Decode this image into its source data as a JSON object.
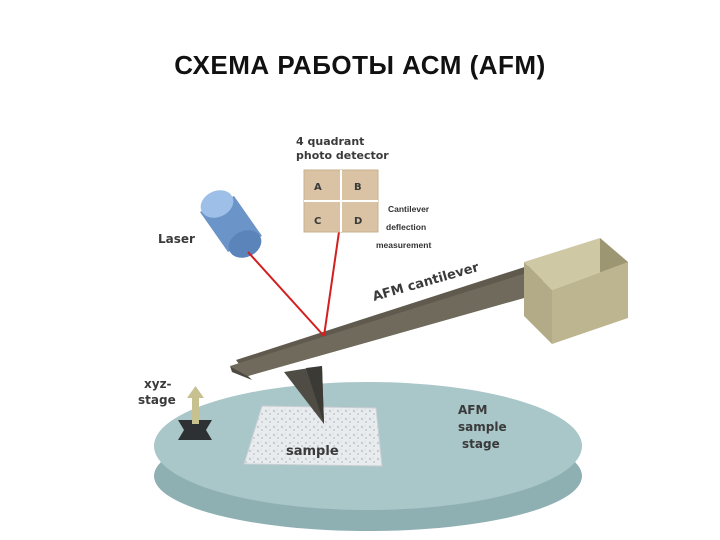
{
  "title": "СХЕМА РАБОТЫ АСМ (AFM)",
  "labels": {
    "detector_line1": "4 quadrant",
    "detector_line2": "photo detector",
    "laser": "Laser",
    "deflection_line1": "Cantilever",
    "deflection_line2": "deflection",
    "deflection_line3": "measurement",
    "cantilever": "AFM cantilever",
    "xyz_line1": "xyz-",
    "xyz_line2": "stage",
    "stage_line1": "AFM",
    "stage_line2": "sample",
    "stage_line3": "stage",
    "sample": "sample"
  },
  "quadrants": [
    "A",
    "B",
    "C",
    "D"
  ],
  "colors": {
    "stage": "#a9c6c9",
    "cantilever": "#6f6a5b",
    "cube": "#b3ab87",
    "laser_body": "#7fa6d6",
    "beam": "#d21f1f",
    "detector": "#d9c3a4"
  }
}
